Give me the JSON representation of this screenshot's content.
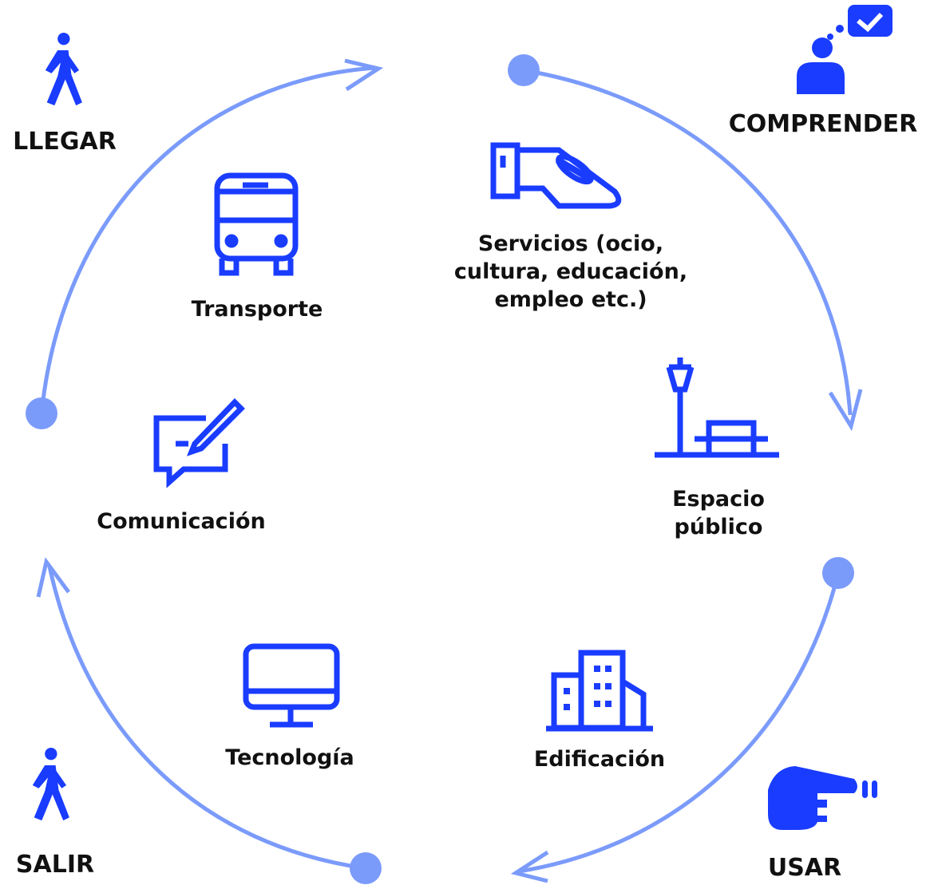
{
  "colors": {
    "icon": "#1a3cff",
    "arc": "#7b9bfb",
    "text": "#111111"
  },
  "stages": {
    "llegar": {
      "label": "LLEGAR",
      "icon": "walking-person-icon"
    },
    "comprender": {
      "label": "COMPRENDER",
      "icon": "person-thinking-check-icon"
    },
    "usar": {
      "label": "USAR",
      "icon": "pointing-hand-icon"
    },
    "salir": {
      "label": "SALIR",
      "icon": "walking-person-icon"
    }
  },
  "categories": {
    "transporte": {
      "label": "Transporte",
      "icon": "bus-icon"
    },
    "servicios": {
      "label": "Servicios (ocio,\ncultura, educación,\nempleo etc.)",
      "icon": "hand-with-paperclip-icon"
    },
    "comunicacion": {
      "label": "Comunicación",
      "icon": "chat-pencil-icon"
    },
    "espacio": {
      "label": "Espacio\npúblico",
      "icon": "streetlamp-bench-icon"
    },
    "tecnologia": {
      "label": "Tecnología",
      "icon": "monitor-icon"
    },
    "edificacion": {
      "label": "Edificación",
      "icon": "buildings-icon"
    }
  }
}
